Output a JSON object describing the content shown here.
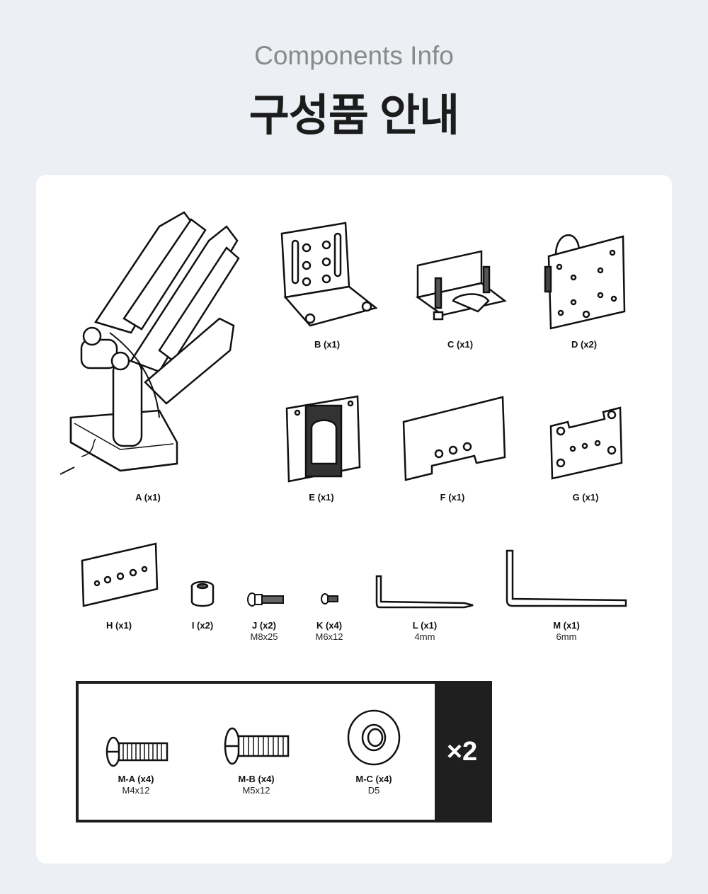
{
  "header": {
    "subtitle": "Components Info",
    "title": "구성품 안내"
  },
  "components": [
    {
      "id": "A",
      "label": "A (x1)"
    },
    {
      "id": "B",
      "label": "B (x1)"
    },
    {
      "id": "C",
      "label": "C (x1)"
    },
    {
      "id": "D",
      "label": "D (x2)"
    },
    {
      "id": "E",
      "label": "E (x1)"
    },
    {
      "id": "F",
      "label": "F (x1)"
    },
    {
      "id": "G",
      "label": "G (x1)"
    },
    {
      "id": "H",
      "label": "H (x1)"
    },
    {
      "id": "I",
      "label": "I (x2)"
    },
    {
      "id": "J",
      "label": "J (x2)",
      "spec": "M8x25"
    },
    {
      "id": "K",
      "label": "K (x4)",
      "spec": "M6x12"
    },
    {
      "id": "L",
      "label": "L (x1)",
      "spec": "4mm"
    },
    {
      "id": "M",
      "label": "M (x1)",
      "spec": "6mm"
    }
  ],
  "monitor_kit": {
    "multiplier": "×2",
    "items": [
      {
        "id": "M-A",
        "label": "M-A (x4)",
        "spec": "M4x12"
      },
      {
        "id": "M-B",
        "label": "M-B (x4)",
        "spec": "M5x12"
      },
      {
        "id": "M-C",
        "label": "M-C (x4)",
        "spec": "D5"
      }
    ]
  }
}
